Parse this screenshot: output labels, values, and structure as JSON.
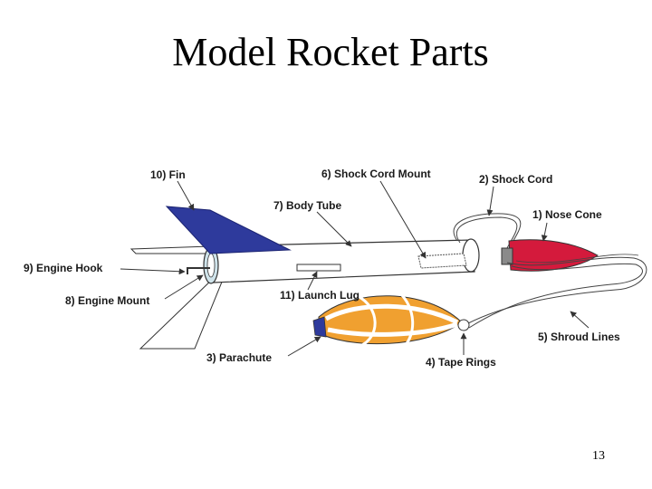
{
  "slide": {
    "title": "Model Rocket Parts",
    "page_number": "13"
  },
  "diagram": {
    "labels": {
      "fin": "10) Fin",
      "shock_cord_mount": "6) Shock Cord Mount",
      "shock_cord": "2) Shock Cord",
      "body_tube": "7) Body Tube",
      "nose_cone": "1) Nose Cone",
      "engine_hook": "9) Engine Hook",
      "engine_mount": "8) Engine Mount",
      "launch_lug": "11) Launch Lug",
      "shroud_lines": "5) Shroud Lines",
      "parachute": "3) Parachute",
      "tape_rings": "4) Tape Rings"
    },
    "colors": {
      "fin": "#2e3a9c",
      "nose_cone": "#d41a3c",
      "parachute": "#f0a030",
      "parachute_band": "#2e3a9c",
      "outline": "#333333"
    }
  }
}
